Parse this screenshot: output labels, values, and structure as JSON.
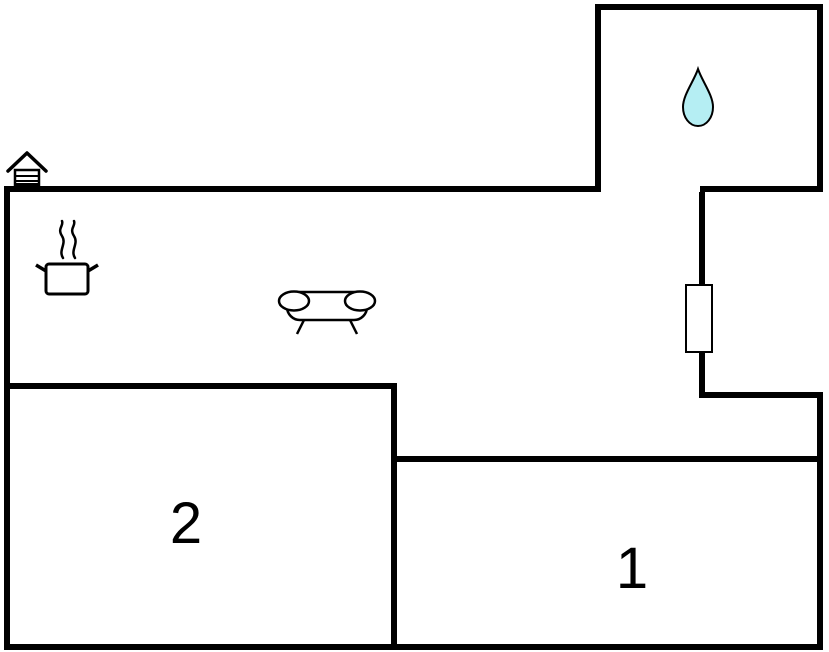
{
  "floorplan": {
    "rooms": [
      {
        "name": "room-1",
        "label": "1"
      },
      {
        "name": "room-2",
        "label": "2"
      }
    ],
    "colors": {
      "wall": "#000000",
      "background": "#ffffff",
      "water_drop_fill": "#b5eef3"
    },
    "markers": [
      "entrance-house-icon",
      "cooking-pot-icon",
      "steam-icon",
      "sofa-icon",
      "water-drop-icon",
      "door-panel"
    ]
  }
}
